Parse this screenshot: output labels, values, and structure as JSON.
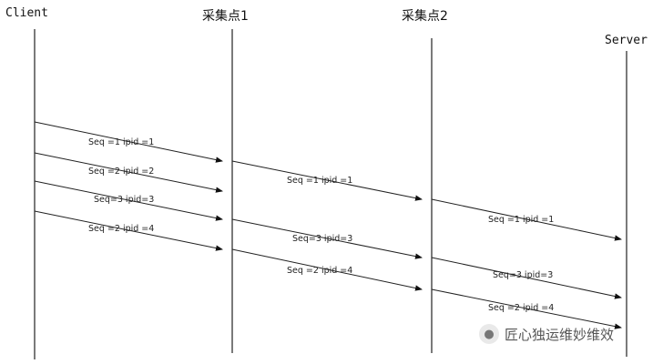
{
  "participants": {
    "client": "Client",
    "collector1": "采集点1",
    "collector2": "采集点2",
    "server": "Server"
  },
  "messages": {
    "client_to_c1": [
      "Seq =1 ipid =1",
      "Seq =2 ipid =2",
      "Seq=3 ipid=3",
      "Seq =2 ipid =4"
    ],
    "c1_to_c2": [
      "Seq =1 ipid =1",
      "Seq=3 ipid=3",
      "Seq =2 ipid =4"
    ],
    "c2_to_server": [
      "Seq =1 ipid =1",
      "Seq=3 ipid=3",
      "Seq =2 ipid =4"
    ]
  },
  "watermark": {
    "text": "匠心独运维妙维效",
    "icon": "wechat-icon"
  }
}
